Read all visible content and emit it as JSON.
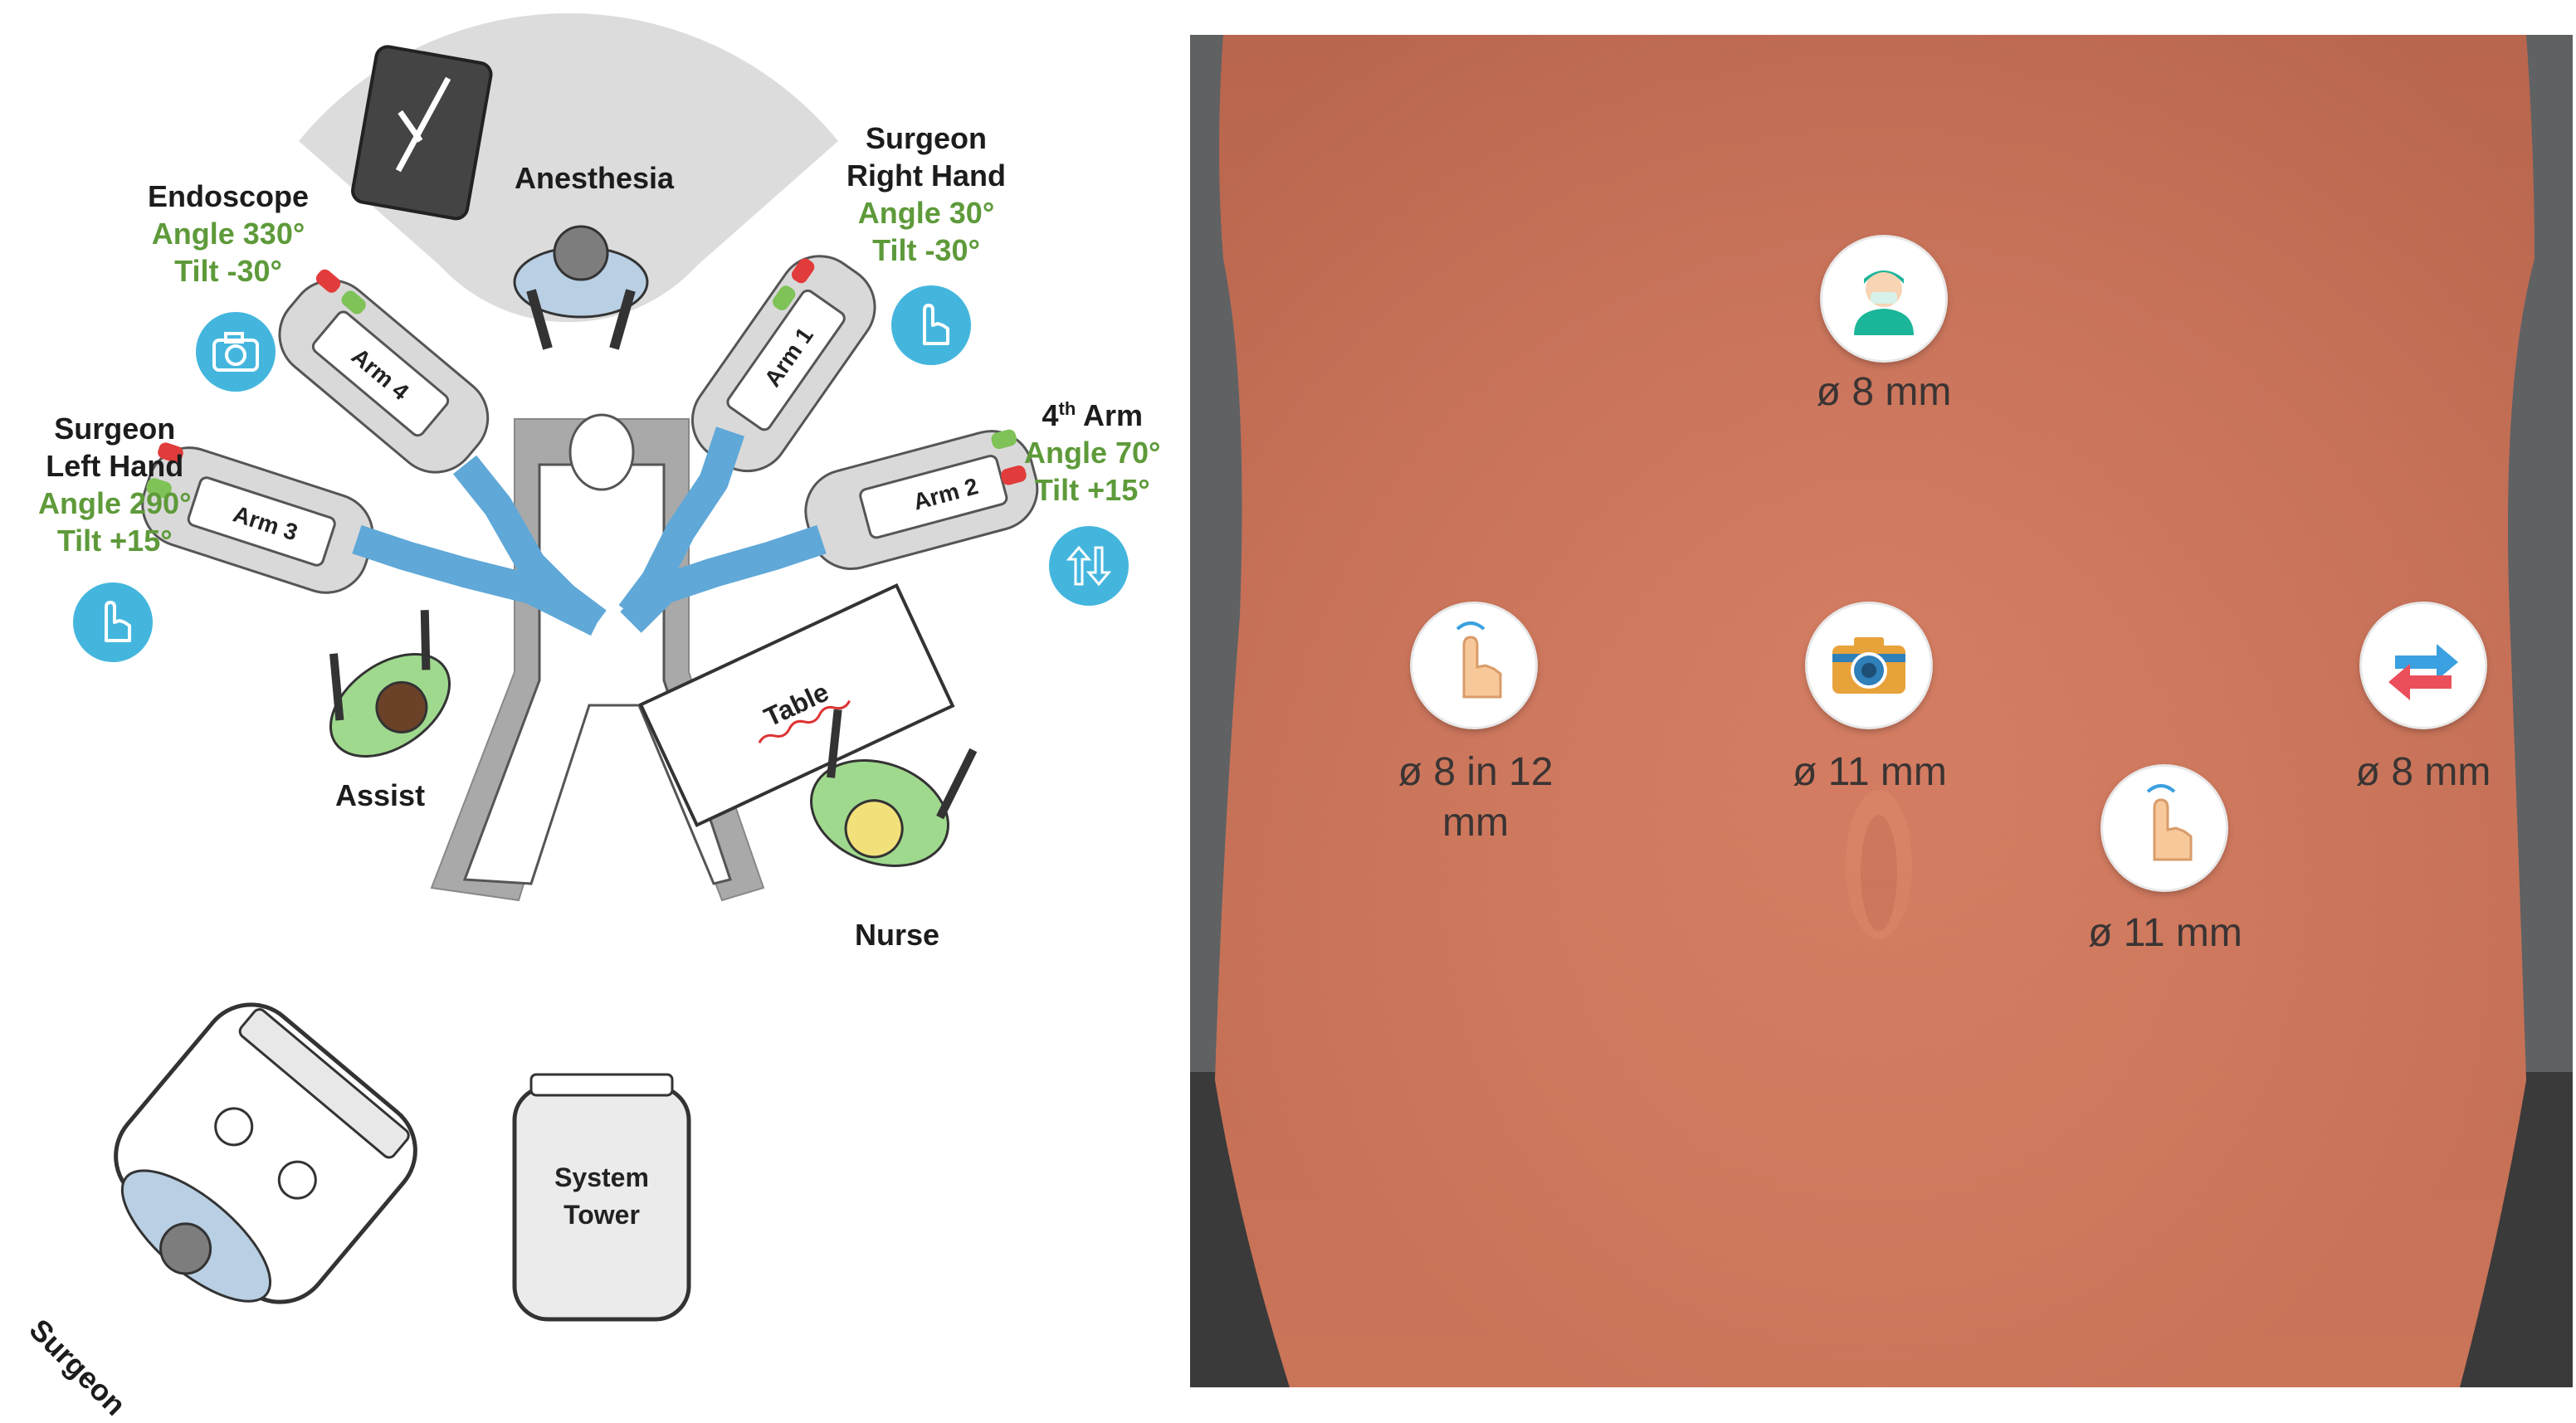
{
  "diagram": {
    "anesthesia": "Anesthesia",
    "endoscope": {
      "title": "Endoscope",
      "angle": "Angle 330°",
      "tilt": "Tilt -30°",
      "icon": "camera-icon"
    },
    "surgeon_right_hand": {
      "title_line1": "Surgeon",
      "title_line2": "Right Hand",
      "angle": "Angle 30°",
      "tilt": "Tilt -30°",
      "icon": "hand-pointer-icon"
    },
    "surgeon_left_hand": {
      "title_line1": "Surgeon",
      "title_line2": "Left Hand",
      "angle": "Angle 290°",
      "tilt": "Tilt +15°",
      "icon": "hand-pointer-icon"
    },
    "fourth_arm": {
      "title_main": "4",
      "title_sup": "th",
      "title_rest": " Arm",
      "angle": "Angle 70°",
      "tilt": "Tilt +15°",
      "icon": "up-down-arrows-icon"
    },
    "arm_labels": [
      "Arm 4",
      "Arm 1",
      "Arm 2",
      "Arm 3"
    ],
    "assist": "Assist",
    "nurse": "Nurse",
    "table": "Table",
    "surgeon": "Surgeon",
    "system_tower_line1": "System",
    "system_tower_line2": "Tower",
    "colors": {
      "icon_blue": "#44b6de",
      "green_text": "#5e9a3a",
      "arm_blue": "#5fa8d8"
    }
  },
  "torso": {
    "skin_color": "#d5775a",
    "ports": [
      {
        "name": "assistant-port",
        "icon": "surgeon-person-icon",
        "size": "ø 8 mm"
      },
      {
        "name": "left-hand-port",
        "icon": "hand-pointer-icon",
        "size_line1": "ø 8 in 12",
        "size_line2": "mm"
      },
      {
        "name": "endoscope-port",
        "icon": "camera-icon",
        "size": "ø 11 mm"
      },
      {
        "name": "right-hand-port",
        "icon": "hand-pointer-icon",
        "size": "ø 11 mm"
      },
      {
        "name": "fourth-arm-port",
        "icon": "swap-arrows-icon",
        "size": "ø 8 mm"
      }
    ]
  }
}
